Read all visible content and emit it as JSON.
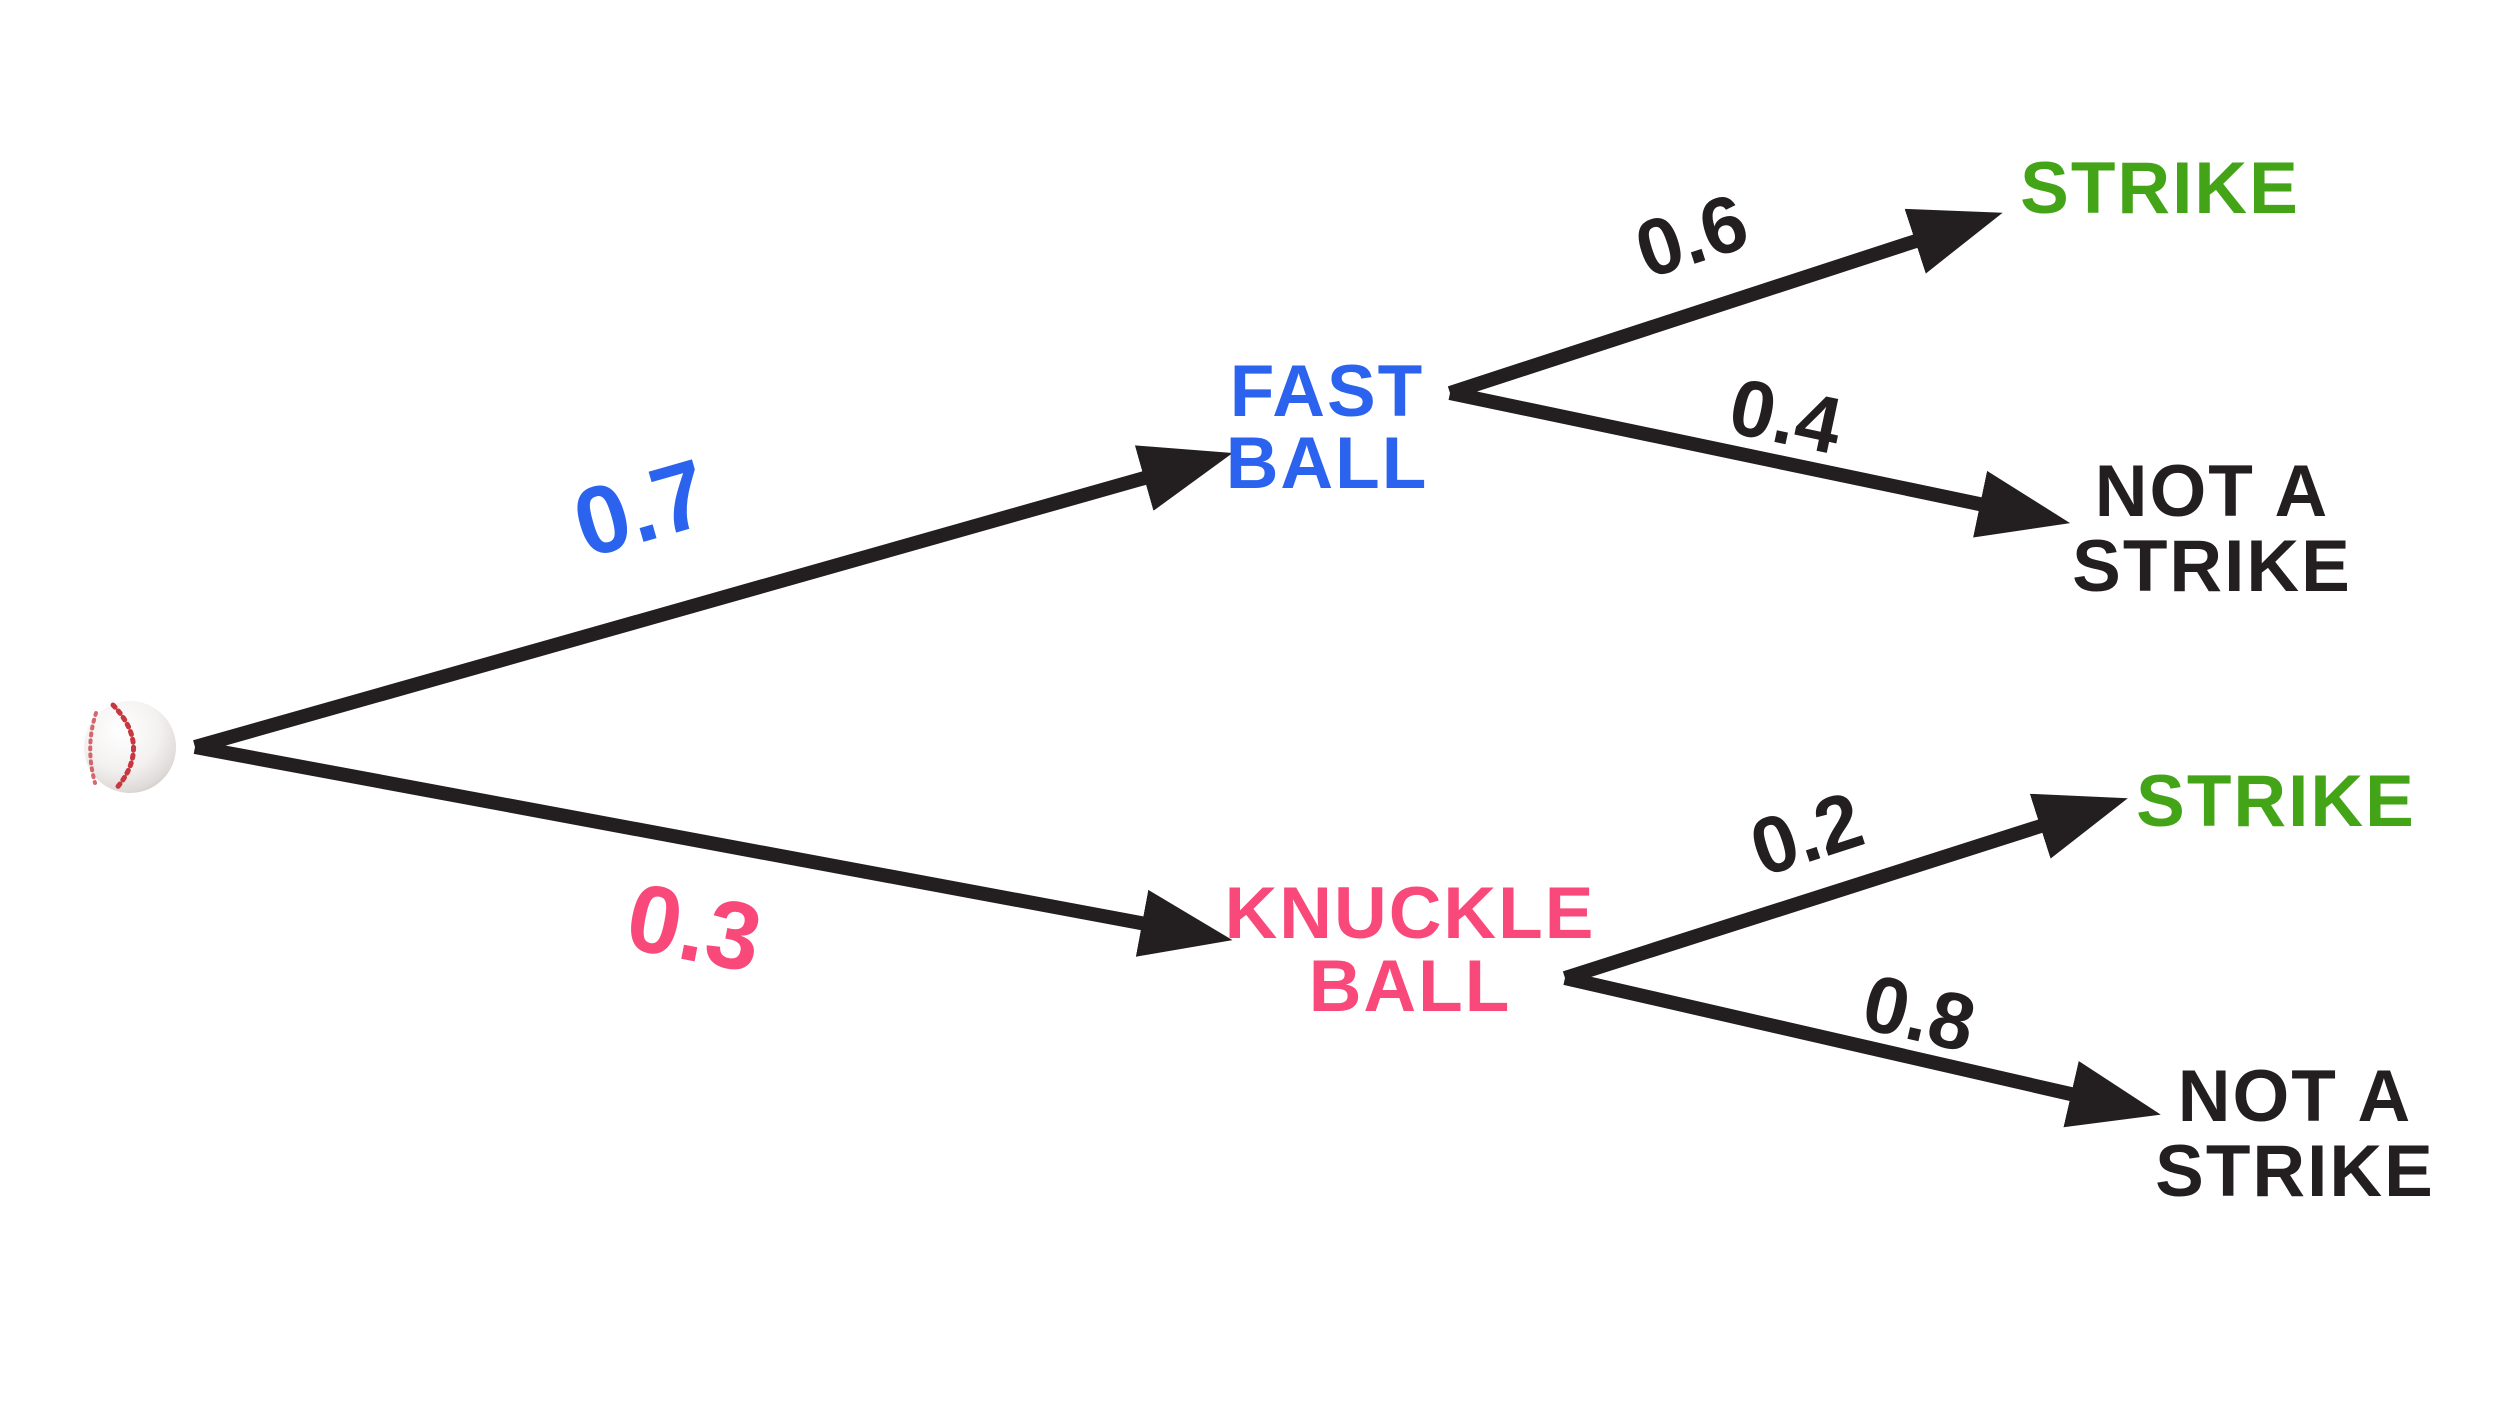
{
  "colors": {
    "ink": "#231F20",
    "blue": "#2B63EE",
    "pink": "#F9497B",
    "green": "#43A417",
    "ball_seam_red": "#C8373F"
  },
  "tree": {
    "root": {
      "icon": "baseball-icon"
    },
    "branches": [
      {
        "id": "fast-ball",
        "probability": "0.7",
        "label_line1": "FAST",
        "label_line2": "BALL",
        "outcomes": [
          {
            "id": "strike",
            "probability": "0.6",
            "label": "STRIKE"
          },
          {
            "id": "not-a-strike",
            "probability": "0.4",
            "label_line1": "NOT A",
            "label_line2": "STRIKE"
          }
        ]
      },
      {
        "id": "knuckle-ball",
        "probability": "0.3",
        "label_line1": "KNUCKLE",
        "label_line2": "BALL",
        "outcomes": [
          {
            "id": "strike",
            "probability": "0.2",
            "label": "STRIKE"
          },
          {
            "id": "not-a-strike",
            "probability": "0.8",
            "label_line1": "NOT A",
            "label_line2": "STRIKE"
          }
        ]
      }
    ]
  }
}
